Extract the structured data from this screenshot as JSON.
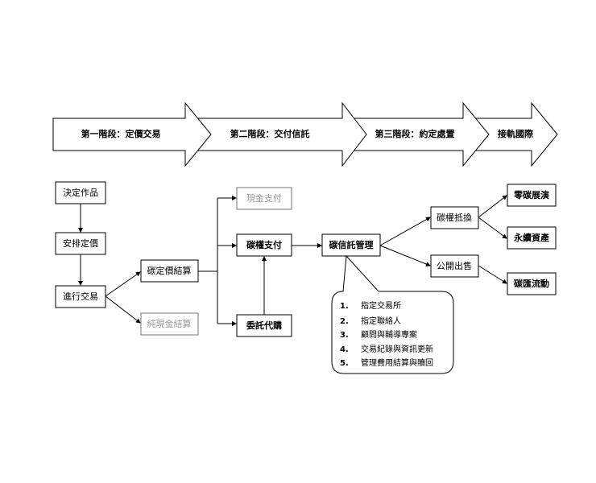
{
  "stages": [
    "第一階段：定價交易",
    "第二階段：交付信託",
    "第三階段：約定處置",
    "接軌國際"
  ],
  "nodes": {
    "decide": "決定作品",
    "price": "安排定價",
    "trade": "進行交易",
    "carbon_settle": "碳定價結算",
    "cash_settle": "純現金結算",
    "cash_pay": "現金支付",
    "credit_pay": "碳權支付",
    "proxy": "委託代購",
    "trust": "碳信託管理",
    "offset": "碳權抵換",
    "sale": "公開出售",
    "zero": "零碳展演",
    "asset": "永續資產",
    "sink": "碳匯流動"
  },
  "callout": [
    {
      "n": "1.",
      "text": "指定交易所"
    },
    {
      "n": "2.",
      "text": "指定聯絡人"
    },
    {
      "n": "3.",
      "text": "顧問與輔導專案"
    },
    {
      "n": "4.",
      "text": "交易紀錄與資訊更新"
    },
    {
      "n": "5.",
      "text": "管理費用結算與贖回"
    }
  ]
}
